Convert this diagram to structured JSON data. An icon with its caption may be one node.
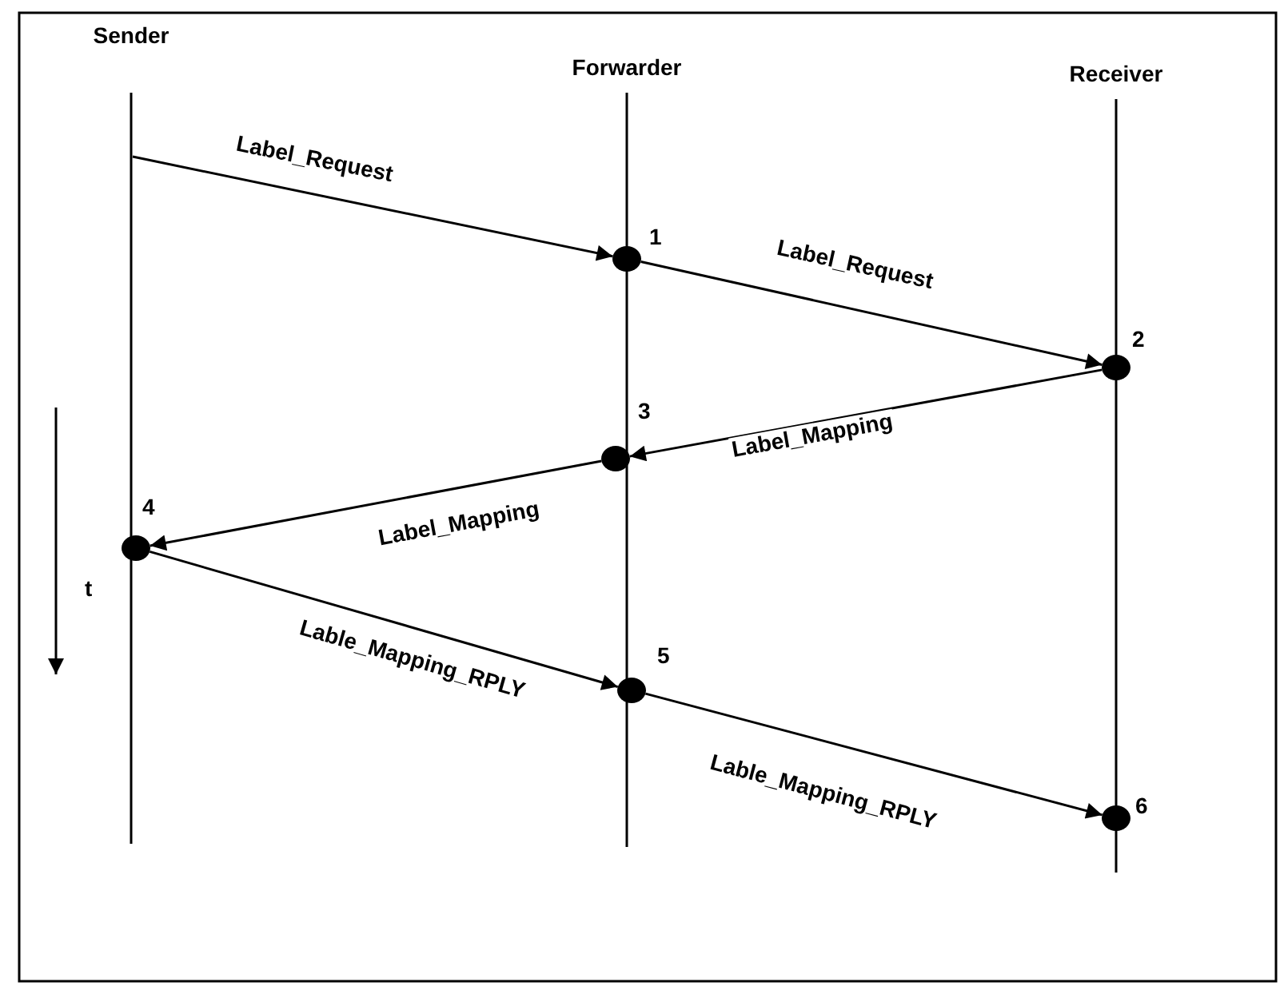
{
  "diagram": {
    "nodes": [
      {
        "text": [
          "Sender"
        ]
      },
      {
        "text": [
          "Forwarder"
        ]
      },
      {
        "text": [
          "Receiver"
        ]
      },
      {
        "text": [],
        "shape": "circle",
        "beside": [
          "1"
        ]
      },
      {
        "text": [],
        "shape": "circle",
        "beside": [
          "2"
        ]
      },
      {
        "text": [],
        "shape": "circle",
        "beside": [
          "3"
        ]
      },
      {
        "text": [],
        "shape": "circle",
        "beside": [
          "4"
        ]
      },
      {
        "text": [],
        "shape": "circle",
        "beside": [
          "5"
        ]
      },
      {
        "text": [],
        "shape": "circle",
        "beside": [
          "6"
        ]
      }
    ],
    "edges": [
      {
        "from": 0,
        "to": 3,
        "arrow": "to",
        "label": "Label_Request"
      },
      {
        "from": 3,
        "to": 4,
        "arrow": "to",
        "label": "Label_Request"
      },
      {
        "from": 4,
        "to": 5,
        "arrow": "to",
        "label": "Label_Mapping"
      },
      {
        "from": 5,
        "to": 6,
        "arrow": "to",
        "label": "Label_Mapping"
      },
      {
        "from": 6,
        "to": 7,
        "arrow": "to",
        "label": "Lable_Mapping_RPLY"
      },
      {
        "from": 7,
        "to": 8,
        "arrow": "to",
        "label": "Lable_Mapping_RPLY"
      }
    ],
    "labels": [
      "t"
    ]
  }
}
